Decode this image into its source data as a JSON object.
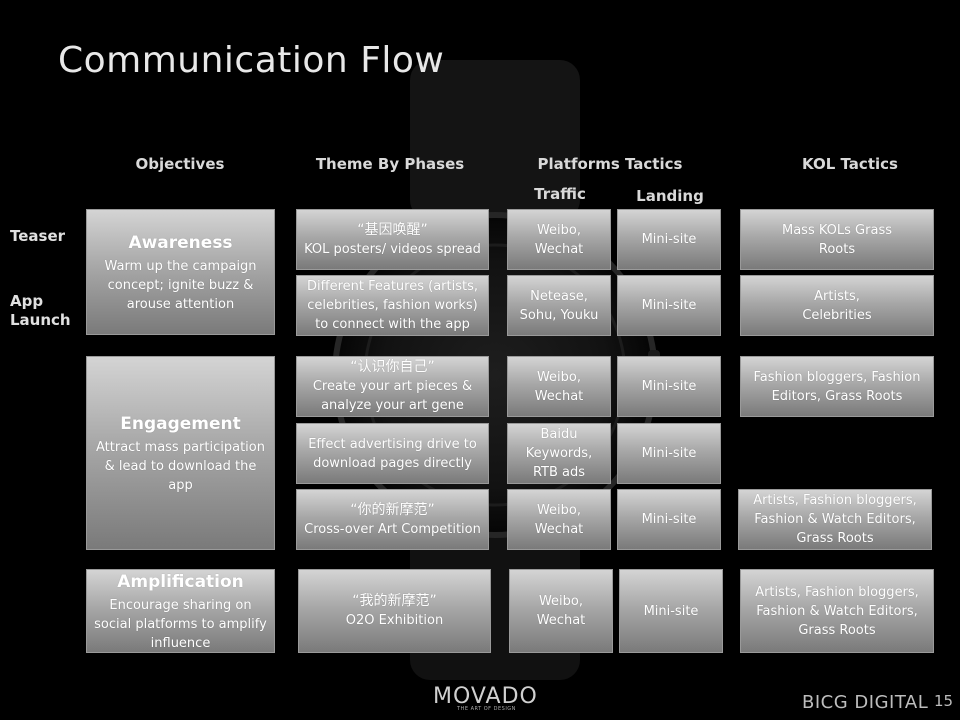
{
  "title": "Communication Flow",
  "columns": {
    "objectives": "Objectives",
    "theme": "Theme By Phases",
    "platforms": "Platforms Tactics",
    "traffic": "Traffic",
    "landing": "Landing",
    "kol": "KOL Tactics"
  },
  "row_labels": {
    "teaser": "Teaser",
    "app_launch_1": "App",
    "app_launch_2": "Launch"
  },
  "objectives": {
    "awareness": {
      "title": "Awareness",
      "desc": "Warm up the campaign concept; ignite buzz & arouse attention"
    },
    "engagement": {
      "title": "Engagement",
      "desc": "Attract mass participation & lead to download the app"
    },
    "amplification": {
      "title": "Amplification",
      "desc": "Encourage sharing on social platforms to amplify influence"
    }
  },
  "themes": [
    {
      "quote": "“基因唤醒”",
      "text": "KOL posters/ videos spread"
    },
    {
      "quote": "",
      "text": "Different Features (artists, celebrities, fashion works) to connect with the app"
    },
    {
      "quote": "“认识你自己”",
      "text": "Create your art pieces & analyze your art gene"
    },
    {
      "quote": "",
      "text": "Effect advertising drive to download pages directly"
    },
    {
      "quote": "“你的新摩范”",
      "text": "Cross-over Art Competition"
    },
    {
      "quote": "“我的新摩范”",
      "text": "O2O Exhibition"
    }
  ],
  "traffic": [
    "Weibo, Wechat",
    "Netease, Sohu,  Youku",
    "Weibo, Wechat",
    "Baidu Keywords, RTB ads",
    "Weibo, Wechat",
    "Weibo, Wechat"
  ],
  "landing": [
    "Mini-site",
    "Mini-site",
    "Mini-site",
    "Mini-site",
    "Mini-site",
    "Mini-site"
  ],
  "kol": [
    "Mass KOLs Grass Roots",
    "Artists, Celebrities",
    "Fashion bloggers, Fashion Editors, Grass Roots",
    "Artists, Fashion bloggers, Fashion & Watch Editors, Grass Roots",
    "Artists, Fashion bloggers, Fashion & Watch Editors, Grass Roots"
  ],
  "footer": {
    "logo": "MOVADO",
    "tagline": "THE ART OF DESIGN",
    "brand": "BICG DIGITAL",
    "page": "15"
  }
}
